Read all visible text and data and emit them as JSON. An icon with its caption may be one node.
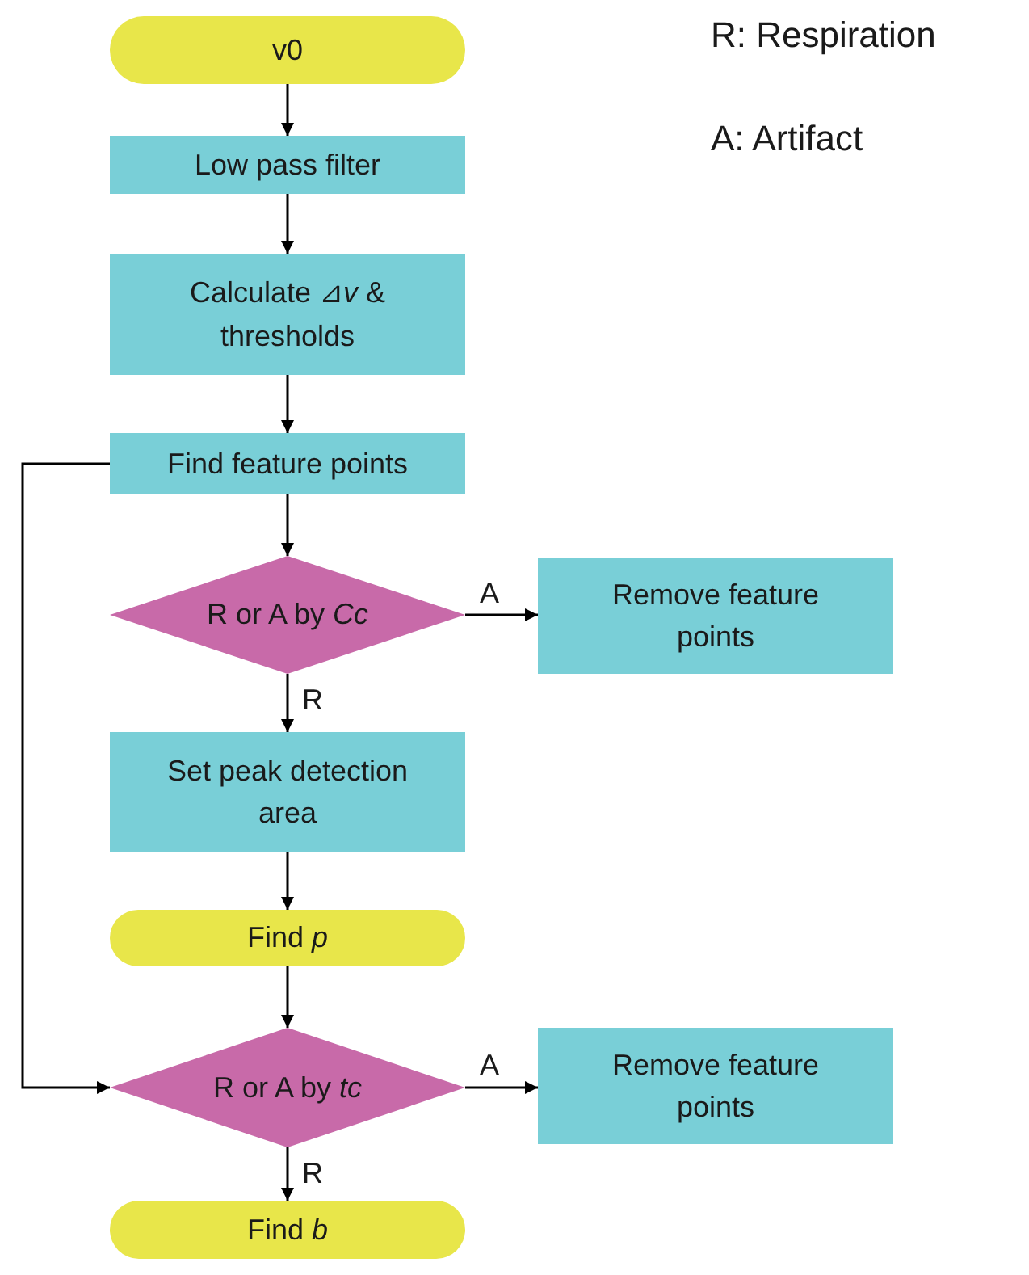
{
  "diagram": {
    "nodes": [
      {
        "text": [
          "v0"
        ]
      },
      {
        "text": [
          "Low pass filter"
        ]
      },
      {
        "text": [
          "Calculate ⊿*v* & thresholds"
        ]
      },
      {
        "text": [
          "Find feature points"
        ]
      },
      {
        "text": [
          "R or A by *Cc*"
        ]
      },
      {
        "text": [
          "Remove feature points"
        ]
      },
      {
        "text": [
          "Set peak detection area"
        ]
      },
      {
        "text": [
          "Find *p*"
        ]
      },
      {
        "text": [
          "R or A by *tc*"
        ]
      },
      {
        "text": [
          "Remove feature points"
        ]
      },
      {
        "text": [
          "Find *b*"
        ]
      }
    ],
    "edges": [
      {
        "from": 0,
        "to": 1,
        "arrow": "to"
      },
      {
        "from": 1,
        "to": 2,
        "arrow": "to"
      },
      {
        "from": 2,
        "to": 3,
        "arrow": "to"
      },
      {
        "from": 3,
        "to": 4,
        "arrow": "to"
      },
      {
        "from": 4,
        "to": 5,
        "arrow": "to",
        "label": "A"
      },
      {
        "from": 4,
        "to": 6,
        "arrow": "to",
        "label": "R"
      },
      {
        "from": 6,
        "to": 7,
        "arrow": "to"
      },
      {
        "from": 7,
        "to": 8,
        "arrow": "to"
      },
      {
        "from": 3,
        "to": 8,
        "arrow": "to"
      },
      {
        "from": 8,
        "to": 9,
        "arrow": "to",
        "label": "A"
      },
      {
        "from": 8,
        "to": 10,
        "arrow": "to",
        "label": "R"
      }
    ],
    "labels": [
      "R: Respiration",
      "A: Artifact"
    ]
  }
}
